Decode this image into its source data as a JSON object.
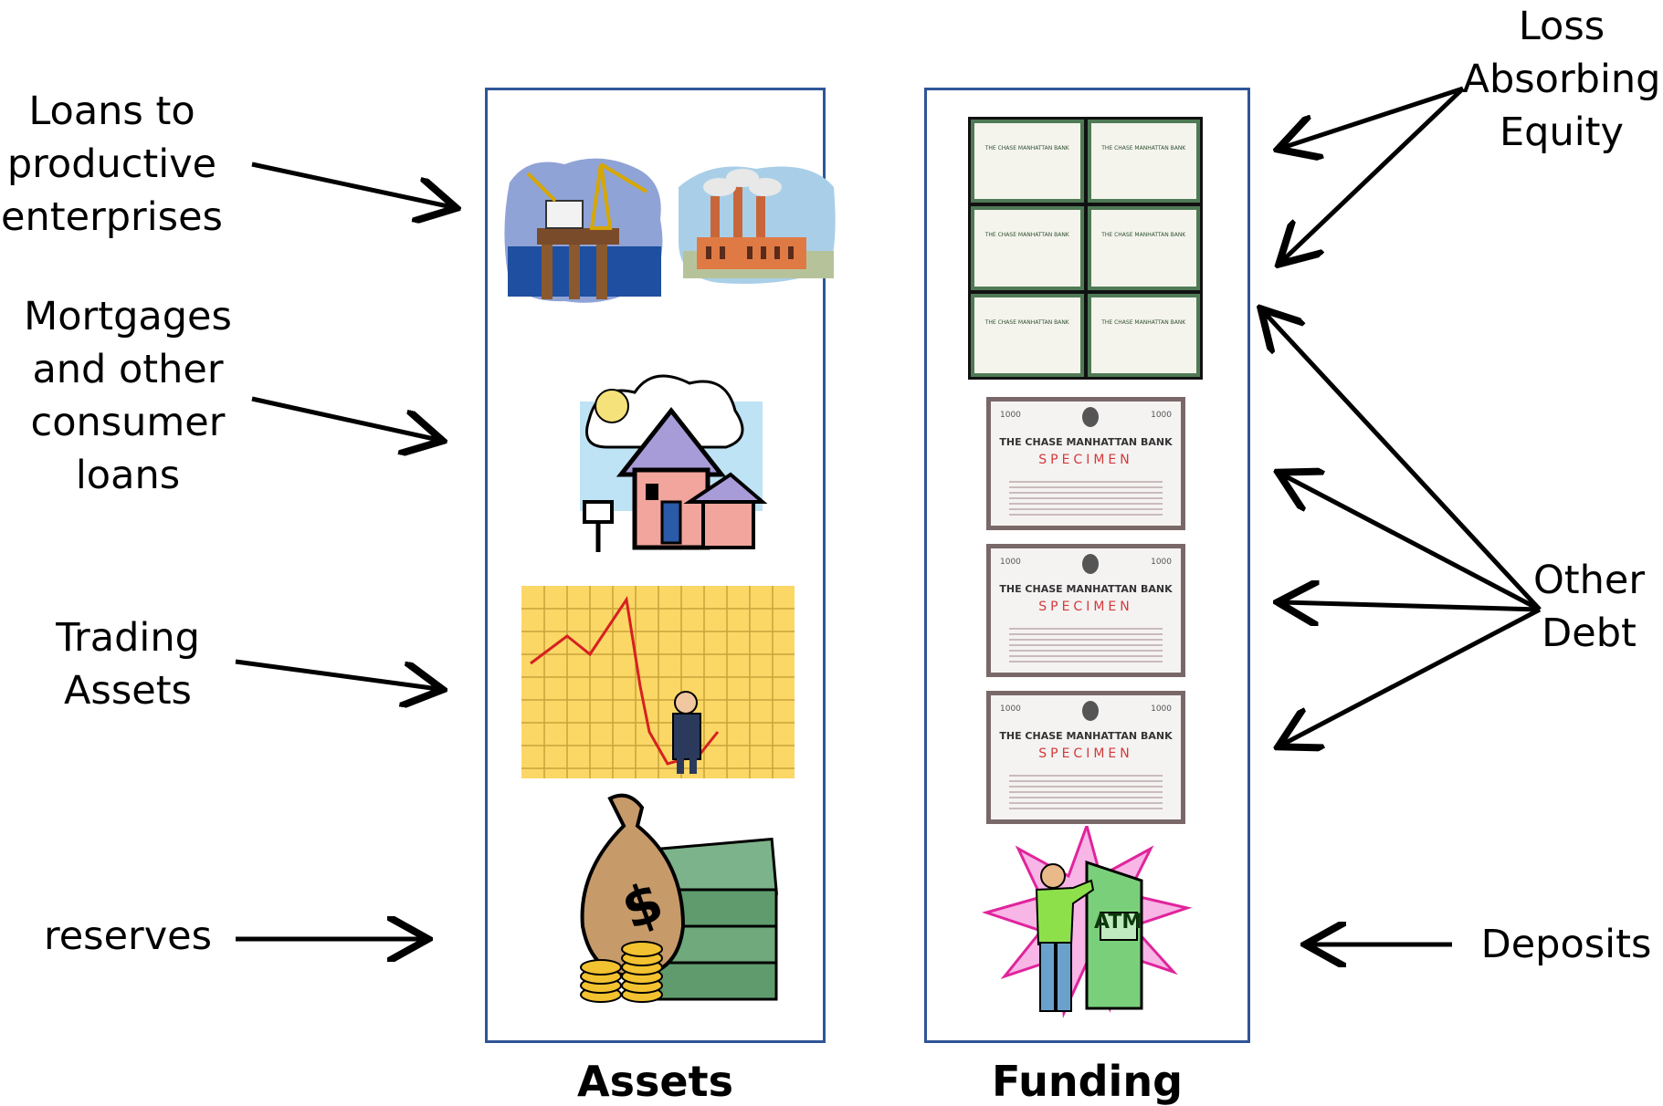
{
  "left_labels": {
    "loans": "Loans to\nproductive\nenterprises",
    "mortgages": "Mortgages\nand other\nconsumer\nloans",
    "trading": "Trading\nAssets",
    "reserves": "reserves"
  },
  "right_labels": {
    "equity": "Loss\nAbsorbing\nEquity",
    "other_debt": "Other\nDebt",
    "deposits": "Deposits"
  },
  "columns": {
    "assets": "Assets",
    "funding": "Funding"
  },
  "certificates": {
    "bank_name": "THE CHASE MANHATTAN BANK",
    "specimen": "SPECIMEN",
    "denomination": "1000"
  },
  "atm_label": "ATM",
  "icons": [
    "oil-rig-icon",
    "factory-icon",
    "house-icon",
    "falling-chart-icon",
    "money-bag-icon",
    "stock-certificate-icon",
    "bond-certificate-icon",
    "atm-icon"
  ],
  "colors": {
    "box_border": "#2f5597",
    "certificate_green": "#4f7a55",
    "certificate_grey": "#7a6868",
    "arrow": "#000000"
  }
}
